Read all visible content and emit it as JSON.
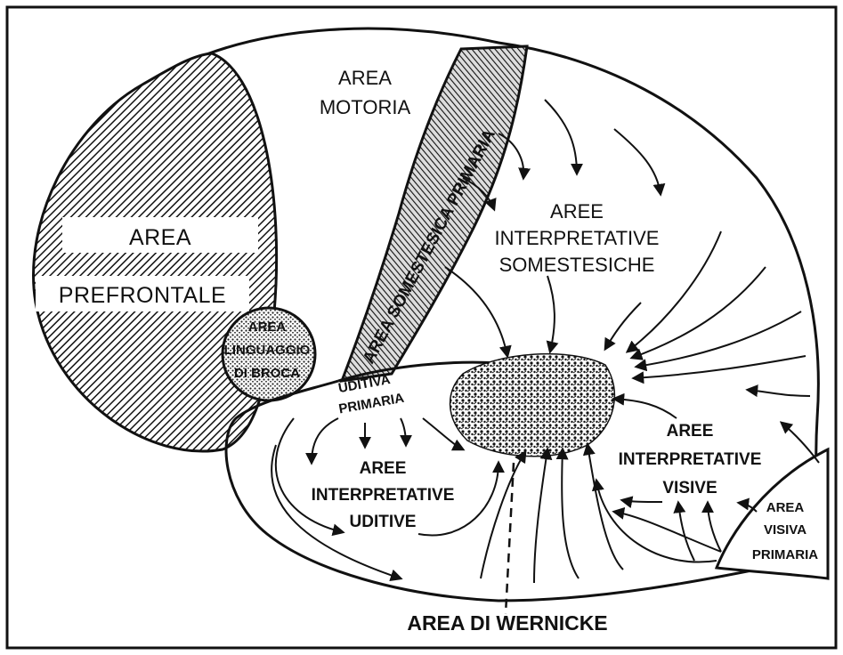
{
  "labels": {
    "motor": [
      "AREA",
      "MOTORIA"
    ],
    "prefrontal": [
      "AREA",
      "PREFRONTALE"
    ],
    "broca": [
      "AREA",
      "LINGUAGGIO",
      "DI BROCA"
    ],
    "somesthetic": "AREA SOMESTESICA PRIMARIA",
    "somesthetic_interp": [
      "AREE",
      "INTERPRETATIVE",
      "SOMESTESICHE"
    ],
    "auditory_primary": [
      "UDITIVA",
      "PRIMARIA"
    ],
    "auditory_interp": [
      "AREE",
      "INTERPRETATIVE",
      "UDITIVE"
    ],
    "visual_interp": [
      "AREE",
      "INTERPRETATIVE",
      "VISIVE"
    ],
    "visual_primary": [
      "AREA",
      "VISIVA",
      "PRIMARIA"
    ],
    "wernicke": "AREA DI WERNICKE"
  },
  "colors": {
    "ink": "#111111",
    "paper": "#ffffff"
  }
}
